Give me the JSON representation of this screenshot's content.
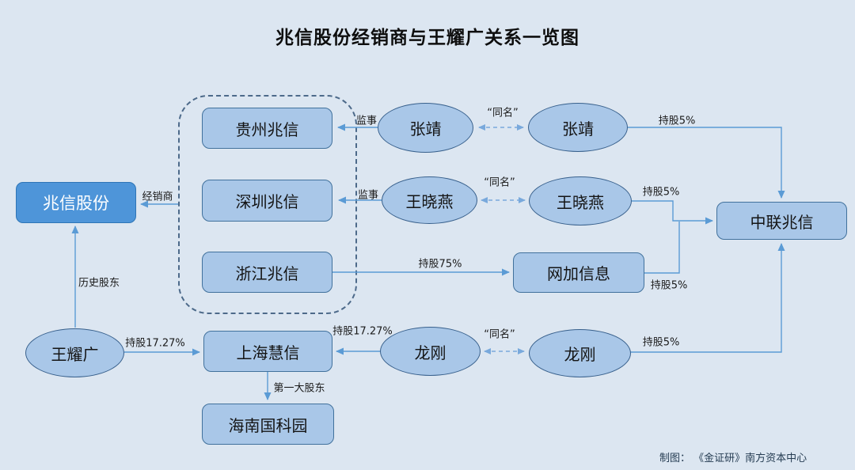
{
  "title": "兆信股份经销商与王耀广关系一览图",
  "credit": "制图： 《金证研》南方资本中心",
  "colors": {
    "background": "#DCE6F1",
    "node_fill": "#A9C7E8",
    "node_border": "#38608C",
    "primary_fill": "#4E95D9",
    "primary_border": "#2E75B6",
    "connector": "#5B9BD5",
    "dashed_connector": "#79A9DC",
    "group_border": "#4D6A8A",
    "label_text": "#1A1A1A",
    "credit_text": "#253C52"
  },
  "nodes": {
    "zhaoxin_gufen": "兆信股份",
    "guizhou_zhaoxin": "贵州兆信",
    "shenzhen_zhaoxin": "深圳兆信",
    "zhejiang_zhaoxin": "浙江兆信",
    "zhangjing_left": "张靖",
    "zhangjing_right": "张靖",
    "wangxiaoyan_left": "王晓燕",
    "wangxiaoyan_right": "王晓燕",
    "longgang_left": "龙刚",
    "longgang_right": "龙刚",
    "wangyaoguang": "王耀广",
    "wangjia_xinxi": "网加信息",
    "zhonglian_zhaoxin": "中联兆信",
    "shanghai_huixin": "上海慧信",
    "hainan_guokeyuan": "海南国科园"
  },
  "edges": [
    {
      "from": "张靖",
      "to": "贵州兆信",
      "label": "监事",
      "style": "solid"
    },
    {
      "from": "王晓燕",
      "to": "深圳兆信",
      "label": "监事",
      "style": "solid"
    },
    {
      "from": "张靖",
      "to": "张靖",
      "label": "“同名”",
      "style": "dashed-double"
    },
    {
      "from": "王晓燕",
      "to": "王晓燕",
      "label": "“同名”",
      "style": "dashed-double"
    },
    {
      "from": "龙刚",
      "to": "龙刚",
      "label": "“同名”",
      "style": "dashed-double"
    },
    {
      "from": "张靖",
      "to": "中联兆信",
      "label": "持股5%",
      "style": "solid"
    },
    {
      "from": "王晓燕",
      "to": "中联兆信",
      "label": "持股5%",
      "style": "solid"
    },
    {
      "from": "网加信息",
      "to": "中联兆信",
      "label": "持股5%",
      "style": "solid"
    },
    {
      "from": "龙刚",
      "to": "中联兆信",
      "label": "持股5%",
      "style": "solid"
    },
    {
      "from": "浙江兆信",
      "to": "网加信息",
      "label": "持股75%",
      "style": "solid"
    },
    {
      "from": "dealer_group",
      "to": "兆信股份",
      "label": "经销商",
      "style": "solid"
    },
    {
      "from": "王耀广",
      "to": "兆信股份",
      "label": "历史股东",
      "style": "solid"
    },
    {
      "from": "王耀广",
      "to": "上海慧信",
      "label": "持股17.27%",
      "style": "solid"
    },
    {
      "from": "龙刚",
      "to": "上海慧信",
      "label": "持股17.27%",
      "style": "solid"
    },
    {
      "from": "上海慧信",
      "to": "海南国科园",
      "label": "第一大股东",
      "style": "solid"
    }
  ]
}
